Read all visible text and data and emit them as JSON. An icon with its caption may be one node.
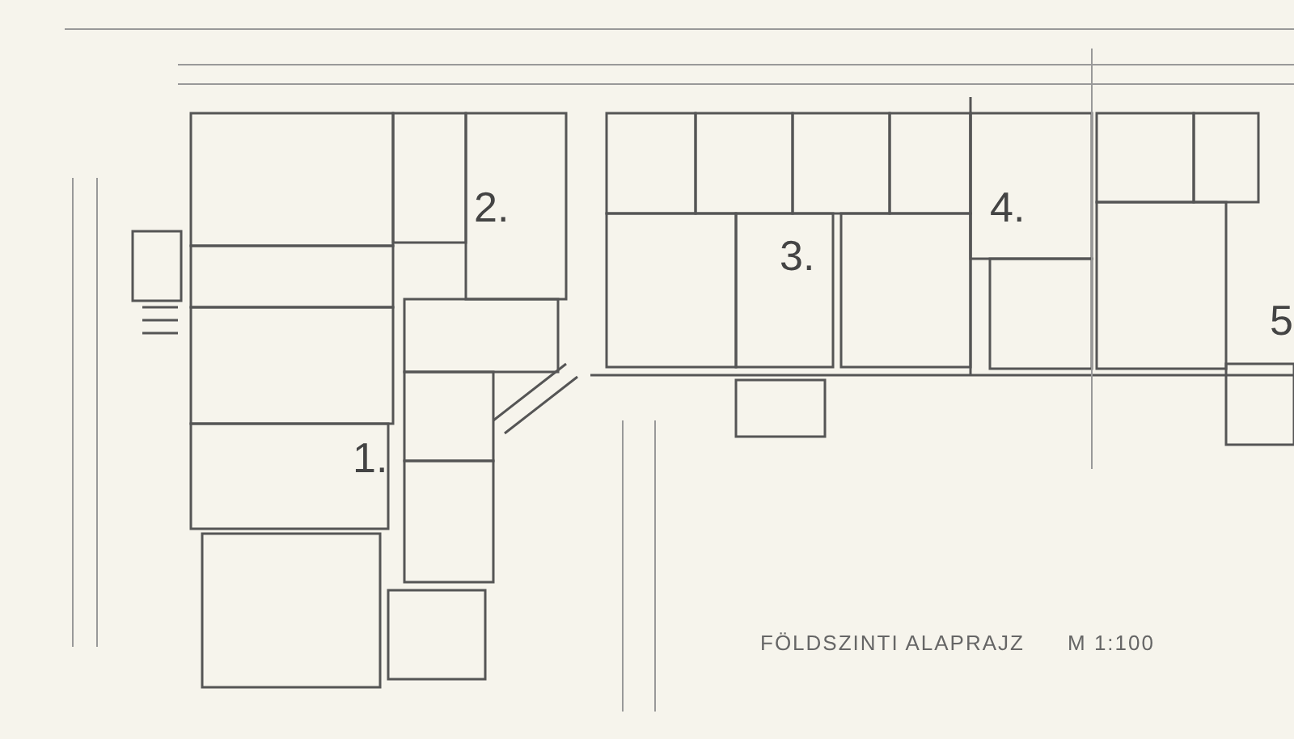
{
  "diagram": {
    "title": "FÖLDSZINTI ALAPRAJZ",
    "labels": [
      "2.",
      "3.",
      "4.",
      "5",
      "1.",
      "M 1:100"
    ]
  }
}
